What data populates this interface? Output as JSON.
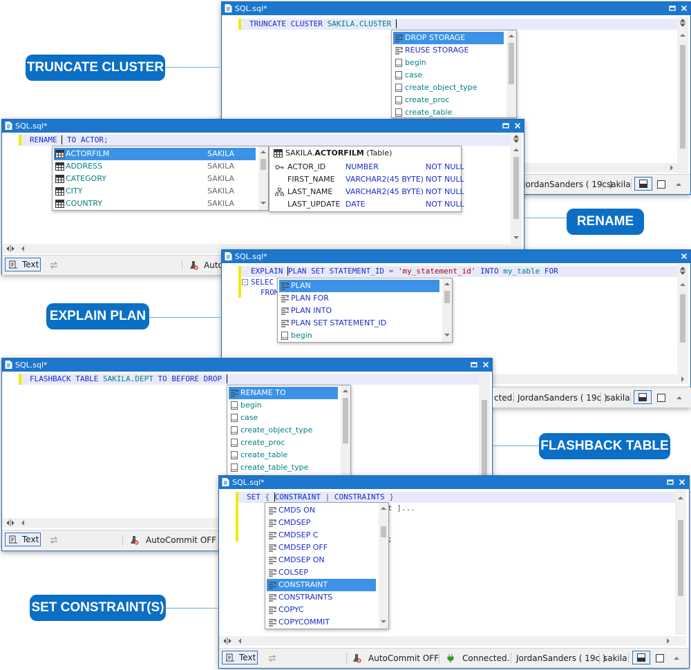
{
  "window_title": "SQL.sql*",
  "callouts": {
    "truncate": "TRUNCATE CLUSTER",
    "rename": "RENAME",
    "explain": "EXPLAIN PLAN",
    "flashback": "FLASHBACK TABLE",
    "set_constraint": "SET CONSTRAINT(S)"
  },
  "truncate": {
    "code": {
      "kw": "TRUNCATE CLUSTER",
      "obj": "SAKILA.CLUSTER"
    },
    "items": [
      {
        "label": "DROP STORAGE",
        "icon": "keyword-icon",
        "selected": true
      },
      {
        "label": "REUSE STORAGE",
        "icon": "keyword-icon"
      },
      {
        "label": "begin",
        "icon": "snippet-icon"
      },
      {
        "label": "case",
        "icon": "snippet-icon"
      },
      {
        "label": "create_object_type",
        "icon": "snippet-icon"
      },
      {
        "label": "create_proc",
        "icon": "snippet-icon"
      },
      {
        "label": "create_table",
        "icon": "snippet-icon"
      }
    ],
    "status": {
      "user": "JordanSanders ( 19c )",
      "schema": "sakila"
    }
  },
  "rename": {
    "code": {
      "kw": "RENAME",
      "rest": "TO ACTOR;"
    },
    "items": [
      {
        "label": "ACTORFILM",
        "schema": "SAKILA",
        "selected": true
      },
      {
        "label": "ADDRESS",
        "schema": "SAKILA"
      },
      {
        "label": "CATEGORY",
        "schema": "SAKILA"
      },
      {
        "label": "CITY",
        "schema": "SAKILA"
      },
      {
        "label": "COUNTRY",
        "schema": "SAKILA"
      }
    ],
    "detail": {
      "prefix": "SAKILA.",
      "name": "ACTORFILM",
      "suffix": "(Table)",
      "columns": [
        {
          "name": "ACTOR_ID",
          "type": "NUMBER",
          "null": "NOT NULL",
          "icon": "key-icon"
        },
        {
          "name": "FIRST_NAME",
          "type": "VARCHAR2(45 BYTE)",
          "null": "NOT NULL",
          "icon": ""
        },
        {
          "name": "LAST_NAME",
          "type": "VARCHAR2(45 BYTE)",
          "null": "NOT NULL",
          "icon": "index-icon"
        },
        {
          "name": "LAST_UPDATE",
          "type": "DATE",
          "null": "NOT NULL",
          "icon": ""
        }
      ]
    },
    "status": {
      "text_label": "Text",
      "autocommit": "Auto"
    }
  },
  "explain": {
    "code": {
      "l1_kw1": "EXPLAIN ",
      "l1_kw2": "PLAN SET STATEMENT_ID",
      "l1_eq": " = ",
      "l1_str": "'my_statement_id'",
      "l1_into": " INTO ",
      "l1_obj": "my_table",
      "l1_for": " FOR",
      "l2": "SELEC",
      "l3": "FROM"
    },
    "items": [
      {
        "label": "PLAN",
        "icon": "keyword-icon",
        "selected": true
      },
      {
        "label": "PLAN FOR",
        "icon": "keyword-icon"
      },
      {
        "label": "PLAN INTO",
        "icon": "keyword-icon"
      },
      {
        "label": "PLAN SET STATEMENT_ID",
        "icon": "keyword-icon"
      },
      {
        "label": "begin",
        "icon": "snippet-icon"
      }
    ],
    "status": {
      "connected": "cted.",
      "user": "JordanSanders ( 19c )",
      "schema": "sakila"
    }
  },
  "flashback": {
    "code": {
      "kw1": "FLASHBACK TABLE",
      "obj": "SAKILA.DEPT",
      "kw2": "TO BEFORE DROP"
    },
    "items": [
      {
        "label": "RENAME TO",
        "icon": "keyword-icon",
        "selected": true
      },
      {
        "label": "begin",
        "icon": "snippet-icon"
      },
      {
        "label": "case",
        "icon": "snippet-icon"
      },
      {
        "label": "create_object_type",
        "icon": "snippet-icon"
      },
      {
        "label": "create_proc",
        "icon": "snippet-icon"
      },
      {
        "label": "create_table",
        "icon": "snippet-icon"
      },
      {
        "label": "create_table_type",
        "icon": "snippet-icon"
      }
    ],
    "status": {
      "text_label": "Text",
      "autocommit": "AutoCommit OFF"
    }
  },
  "setc": {
    "code": {
      "kw": "SET",
      "brace_open": "{ ",
      "c1": "CONSTRAINT",
      "pipe": " | ",
      "c2": "CONSTRAINTS",
      "brace_close": " }",
      "l2": "t ]...",
      "l3": ";"
    },
    "items": [
      {
        "label": "CMDS ON",
        "icon": "keyword-icon"
      },
      {
        "label": "CMDSEP",
        "icon": "keyword-icon"
      },
      {
        "label": "CMDSEP C",
        "icon": "keyword-icon"
      },
      {
        "label": "CMDSEP OFF",
        "icon": "keyword-icon"
      },
      {
        "label": "CMDSEP ON",
        "icon": "keyword-icon"
      },
      {
        "label": "COLSEP",
        "icon": "keyword-icon"
      },
      {
        "label": "CONSTRAINT",
        "icon": "keyword-icon",
        "selected": true
      },
      {
        "label": "CONSTRAINTS",
        "icon": "keyword-icon"
      },
      {
        "label": "COPYC",
        "icon": "keyword-icon"
      },
      {
        "label": "COPYCOMMIT",
        "icon": "keyword-icon"
      }
    ],
    "status": {
      "text_label": "Text",
      "autocommit": "AutoCommit OFF",
      "connected": "Connected.",
      "user": "JordanSanders ( 19c )",
      "schema": "sakila"
    }
  },
  "colors": {
    "accent": "#1c77cd",
    "callout": "#0b6fc6",
    "selection": "#3c92e6",
    "keyword": "#1a2ac8",
    "object": "#008080"
  }
}
